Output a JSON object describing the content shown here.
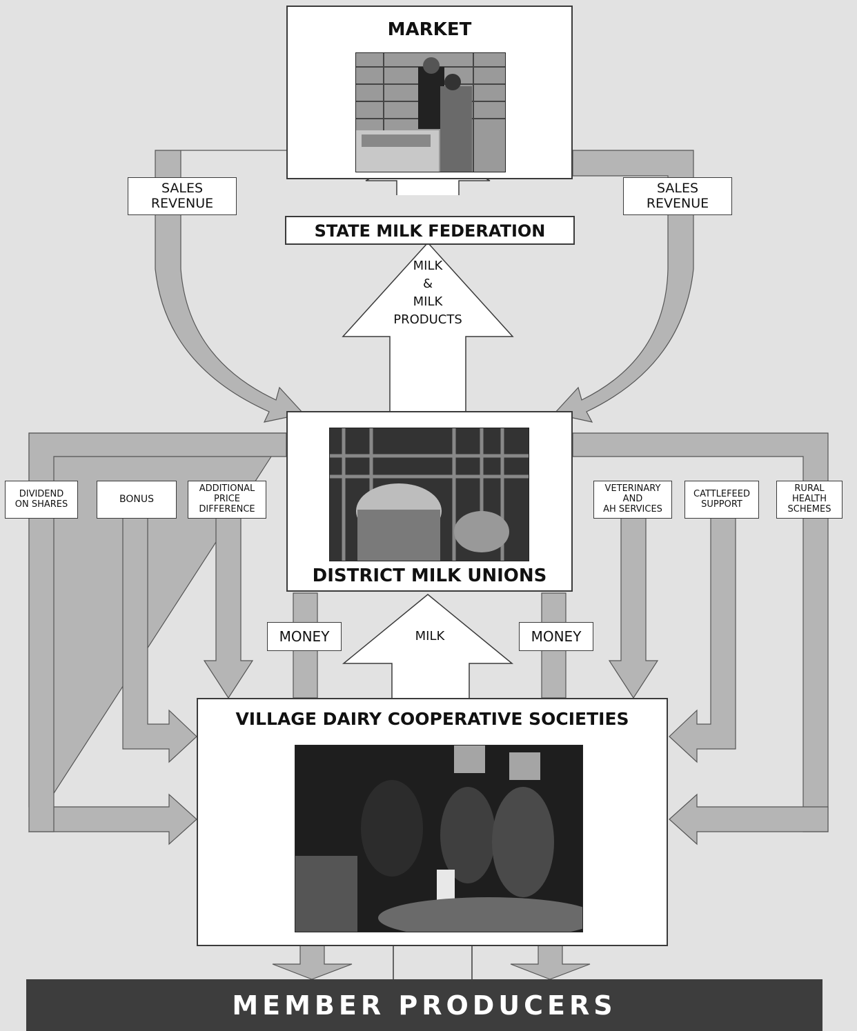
{
  "market": {
    "title": "MARKET"
  },
  "federation": {
    "title": "STATE MILK FEDERATION"
  },
  "unions": {
    "title": "DISTRICT MILK UNIONS"
  },
  "village": {
    "title": "VILLAGE DAIRY COOPERATIVE SOCIETIES"
  },
  "producers": {
    "title": "MEMBER PRODUCERS"
  },
  "flows": {
    "sales_revenue_left": "SALES\nREVENUE",
    "sales_revenue_right": "SALES\nREVENUE",
    "milk_products": "MILK\n&\nMILK\nPRODUCTS",
    "milk": "MILK",
    "money_left": "MONEY",
    "money_right": "MONEY"
  },
  "benefits_left": [
    "DIVIDEND\nON SHARES",
    "BONUS",
    "ADDITIONAL\nPRICE\nDIFFERENCE"
  ],
  "benefits_right": [
    "VETERINARY\nAND\nAH SERVICES",
    "CATTLEFEED\nSUPPORT",
    "RURAL\nHEALTH\nSCHEMES"
  ],
  "colors": {
    "background": "#e2e2e2",
    "flow_arrow": "#b5b5b5",
    "banner": "#3d3d3d",
    "outline": "#3a3a3a"
  }
}
